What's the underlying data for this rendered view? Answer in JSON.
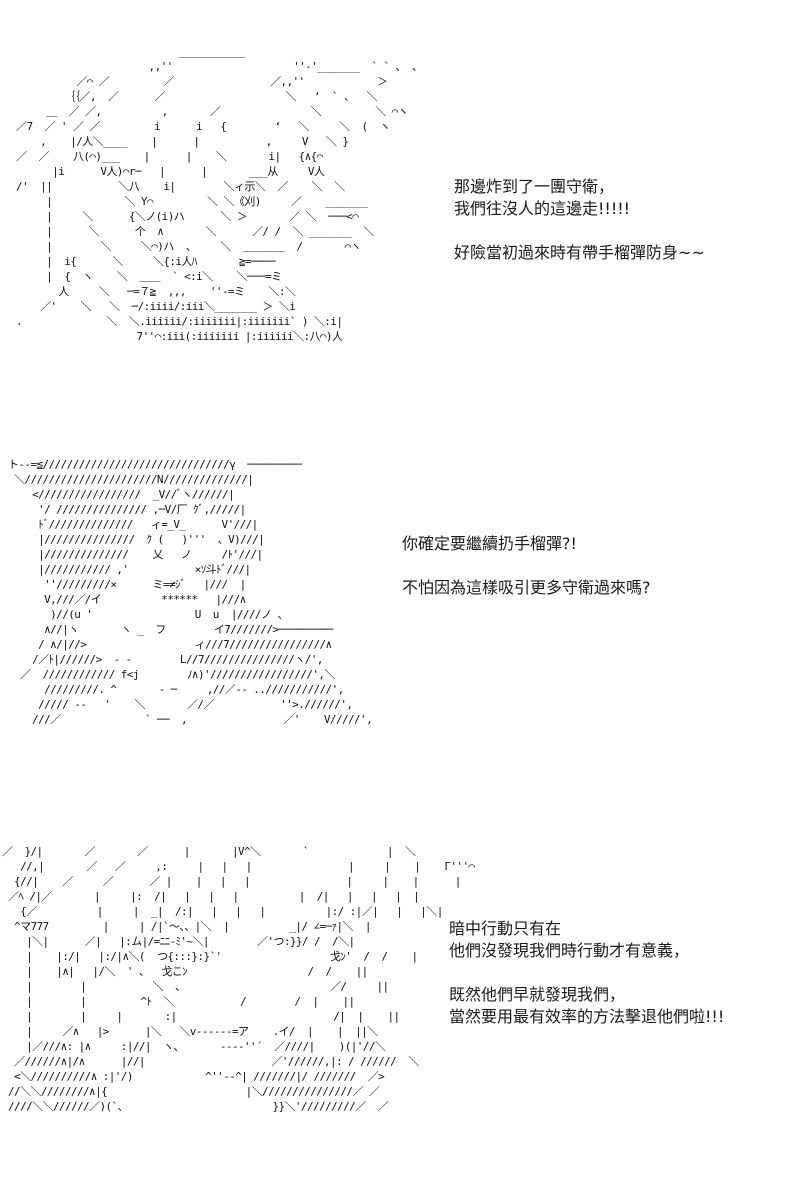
{
  "panels": [
    {
      "id": "panel-1",
      "ascii_art": "                             ___________\n                        ,,''                    ''-'_______  ` ` 、 、\n            ／⌒ ／         ／                ／,,''            ＞\n          ｛｛／,  ／      ／                    ＼   ‘  ` 、  ＼\n       ＿  ／ ／,          ,       ／               ＼         ＼ ⌒ヽ\n  ／7  ／ ' ／ ／         i      i   {        ‘   ＼     ＼  (  ヽ\n      ,    |/人＼____    |      |           ,     V   ＼ }\n  ／  ／    八(⌒)___    |      |    ＼       i|   {∧{⌒\n        |i      V人)⌒r─   |      |       ___从     V人\n  /'  ||           ＼八    i|        ＼ィ示＼  ／    ＼  ＼\n       |            ＼ Y⌒         ＼ ＼《刈)     ／    _______\n       |     ＼      {＼ノ(i)ハ      ＼ ＞       ／ ＼  ───<⌒\n       |      ＼      个  ∧       ＼      ／/ /  ＼ _______  ＼\n       |        ＼     ＼⌒)ハ  、    ＼  ＿＿＿＿  /       ⌒ヽ\n       |  i{      ＼     ＼{:i人ﾊ       ≧=────\n       |  {  ヽ    ＼  ＿＿  ` <:i＼    ＼───=ミ\n         人     ＼   ─=７≧  ,,,    ''-=ミ    ＼:＼\n      ／'    ＼   ＼  ─/:iiii/:iii＼_______ ＞ ＼i\n  .              ＼  ＼.iiiiii/:iiiiiii|:iiiiiii` ) ＼:i|\n                      7''⌒:iii(:iiiiiii |:iiiiii＼:八⌒)人",
      "caption_lines": [
        "那邊炸到了一團守衛，",
        "我們往沒人的這邊走!!!!!",
        "",
        "好險當初過來時有帶手榴彈防身~~"
      ]
    },
    {
      "id": "panel-2",
      "ascii_art": "ト--=≦///////////////////////////////γ  ─────────\n ＼//////////////////////N//////////////|\n    </////////////////  _V//ﾞヽ//////|\n     '/ /////////////// ,─V/厂 ｸﾞ,/////|\n     ﾄﾞ//////////////   ィ=_V_      V'///|\n     |///////////////  ｸ (   )'''  、V)///|\n     |//////////////    乂   ノ     /ﾄ'///|\n     |/////////// ,'           ×ｿ斗ﾄﾞ///|\n      ''/////////×      ミ=≠ｼﾞ   |///  |\n      V,///／/イ          ******   |///∧\n       )//(u '                 U  u  |////ノ 、\n      ∧//|ヽ       ヽ _  フ        イ7///////>─────────\n     / ∧/|//>                  ィ///7////////////////∧\n    /／ﾄ|//////>  - -        L//7///////////////ヽ/',\n  ／  //////////// f<j        ﾉ∧)'/////////////////',＼\n      /////////. ^       - ─     ,//／-- ..///////////',\n     ///// --   '    ＼       ／/／           ''>.//////',\n    ///／              ` ──  ,                ／'    V/////',",
      "caption_lines": [
        "你確定要繼續扔手榴彈?!",
        "",
        "不怕因為這樣吸引更多守衛過來嗎?"
      ]
    },
    {
      "id": "panel-3",
      "ascii_art": "／  }/|       ／       ／      |       |V^＼       `             |  ＼\n   //,|       ／   ／     ,:     |   |   |                |     |    |    Γ'''⌒\n  {//|    ／     ／      ／ |    |   |   |                |     |    |      |\n ／ﾍ /|／       |     |:  /|   |   |   |          |  /|   |   |   |  |\n   {／          |     |  _|  /:|   |   |   |          |:/ :|／|   |   |＼|\n  ^マ777         |     | /|`～、、|＼  |          _|/ ∠=─ｧ|＼  |\n    |＼|      ／|   |:ム|/=ﾆﾆ-ﾐ'~＼|        ／'つ:}}/ /  /＼|\n    |    |:/|   |:/|∧＼(  つ{:::}:}`'                  戈ﾝ'  /  /    |\n    |    |∧|   |/＼  ' 、  戈こﾝ                    /  /    ||\n    |        |           ＼  、                        ／/     ||\n    |        |         ^ﾄ  ＼           /        /  |    ||\n    |        |     |       :|                          /|  |    ||\n    |     ／∧   |>      |＼   ＼v------=ア    .イ/  |    |  ||＼\n    |／///∧: |∧     :|//|  ヽ、      ----''´  ／////|    )(|'//＼\n  ／//////∧|/∧      |//|                     ／'//////,|: / //////  ＼\n  <＼//////////∧ :|'/)            ^''--^| ///////|/ ///////  ／>\n //＼＼////////∧|{                       |＼///////////////／ ／\n ////＼＼//////／)(`、                        }}＼'/////////／  ／",
      "caption_lines": [
        "暗中行動只有在",
        "他們沒發現我們時行動才有意義，",
        "",
        "既然他們早就發現我們，",
        "當然要用最有效率的方法擊退他們啦!!!"
      ]
    }
  ],
  "colors": {
    "background": "#ffffff",
    "text": "#1a1a1a",
    "art": "#111111"
  }
}
